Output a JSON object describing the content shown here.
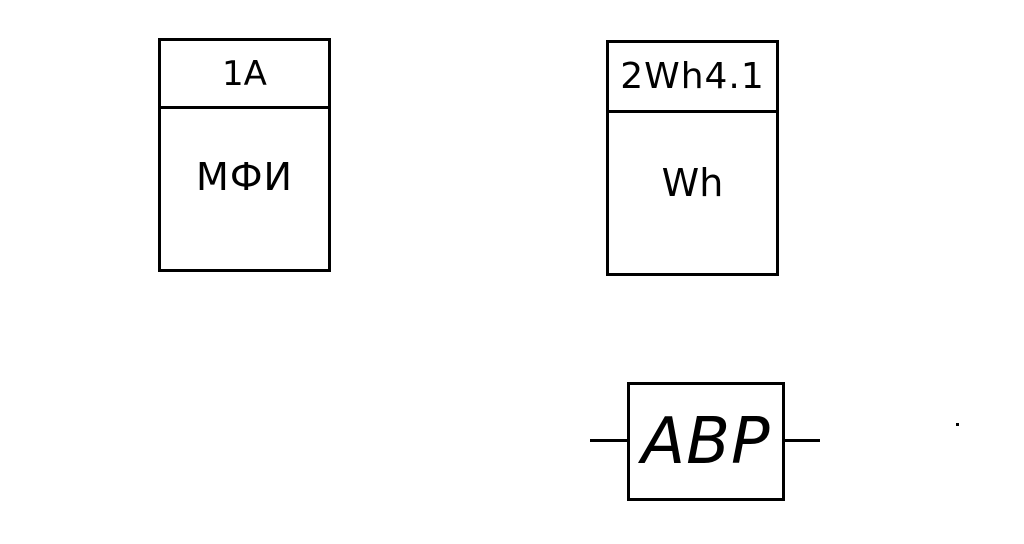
{
  "symbols": [
    {
      "header": "1A",
      "body": "МФИ"
    },
    {
      "header": "2Wh4.1",
      "body": "Wh"
    }
  ],
  "abr": {
    "label": "АВР"
  }
}
